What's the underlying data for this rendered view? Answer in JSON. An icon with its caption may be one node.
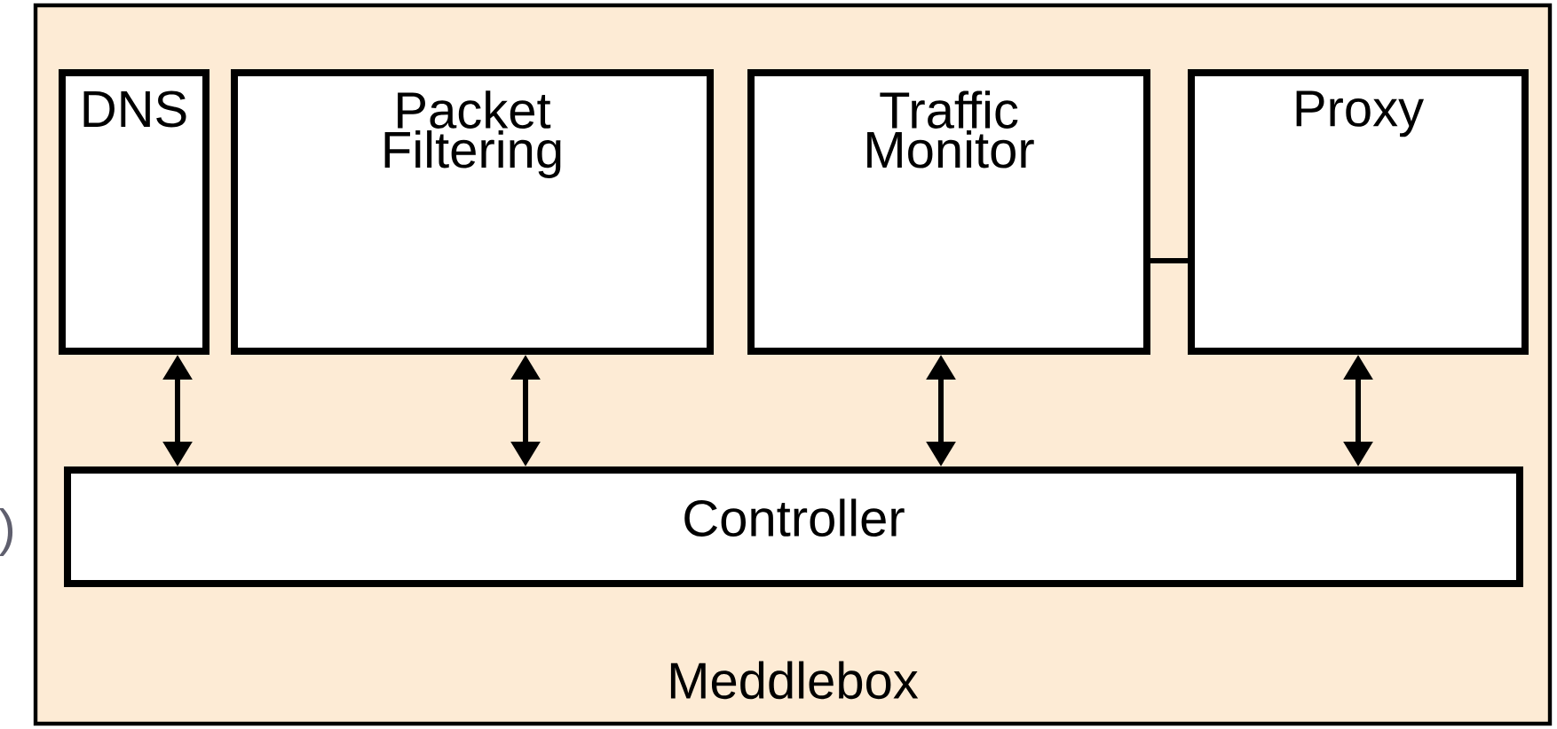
{
  "diagram": {
    "nodes": [
      {
        "text": [
          "Meddlebox"
        ]
      },
      {
        "text": [
          "DNS"
        ],
        "in": 0
      },
      {
        "text": [
          "Packet Filtering"
        ],
        "in": 0
      },
      {
        "text": [
          "Traffic Monitor"
        ],
        "in": 0
      },
      {
        "text": [
          "Proxy"
        ],
        "in": 0
      },
      {
        "text": [
          "Controller"
        ],
        "in": 0
      }
    ],
    "edges": [
      {
        "from": 1,
        "to": 5,
        "arrow": "both"
      },
      {
        "from": 2,
        "to": 5,
        "arrow": "both"
      },
      {
        "from": 3,
        "to": 5,
        "arrow": "both"
      },
      {
        "from": 4,
        "to": 5,
        "arrow": "both"
      },
      {
        "from": 3,
        "to": 4,
        "arrow": "none"
      }
    ],
    "labels": [
      ")"
    ]
  }
}
